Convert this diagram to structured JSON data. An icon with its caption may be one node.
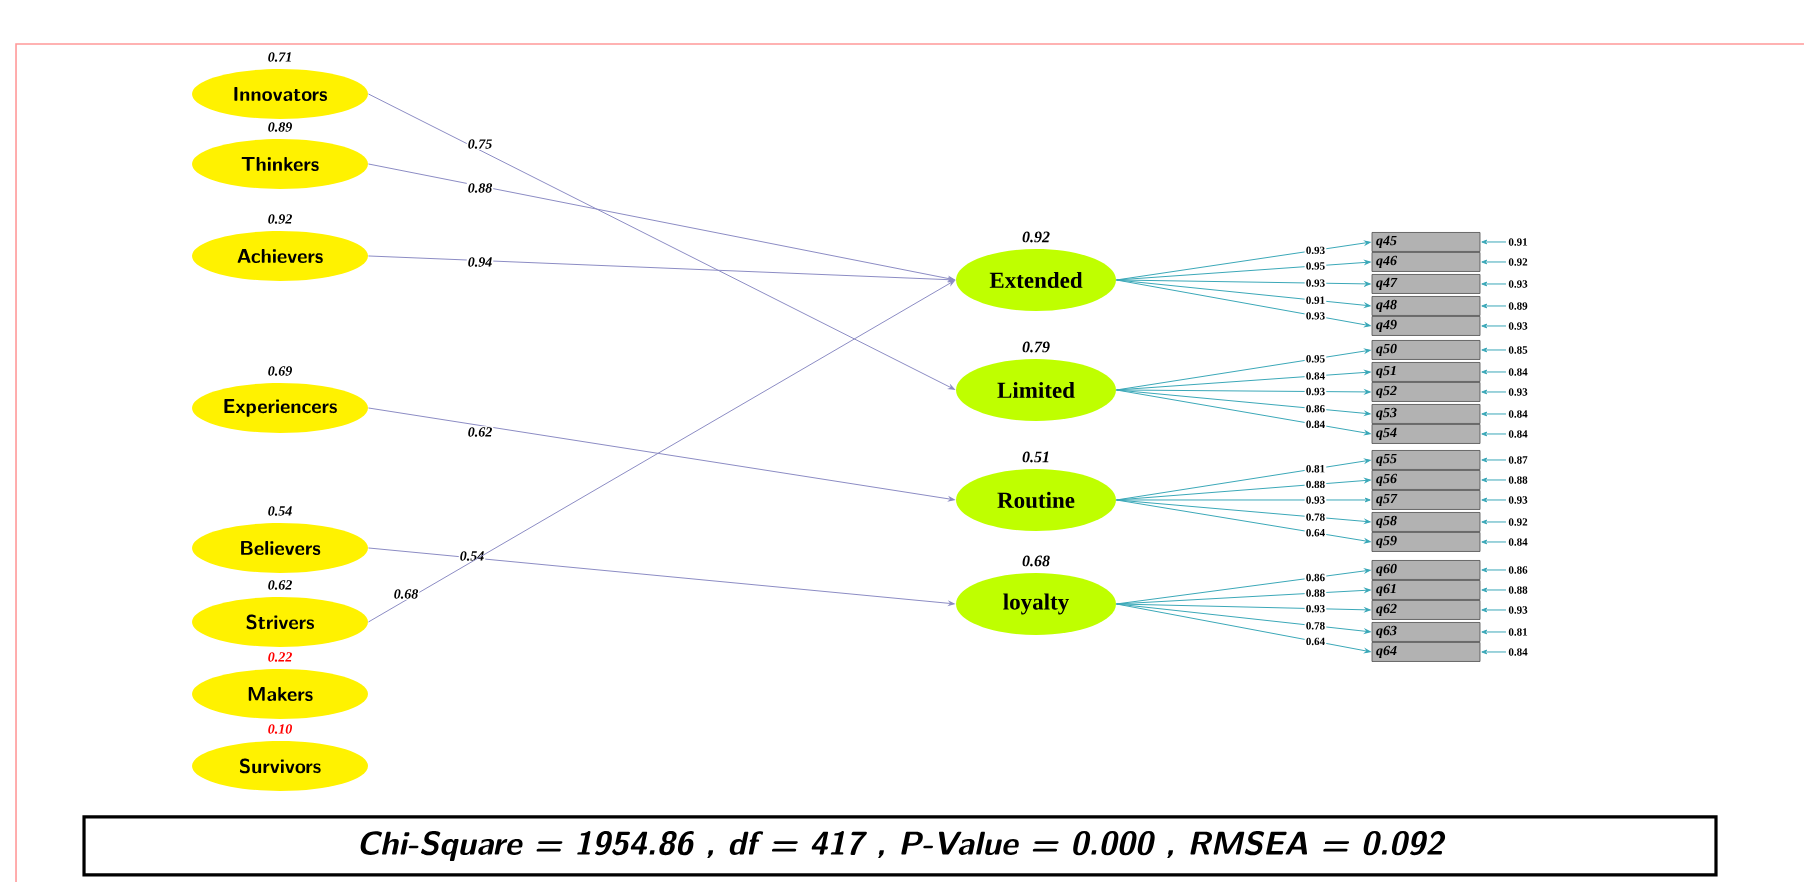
{
  "diagram": {
    "nodes": [
      {
        "text": [
          "Innovators"
        ],
        "beside": [
          "0.71"
        ]
      },
      {
        "text": [
          "Thinkers"
        ],
        "beside": [
          "0.89"
        ]
      },
      {
        "text": [
          "Achievers"
        ],
        "beside": [
          "0.92"
        ]
      },
      {
        "text": [
          "Experiencers"
        ],
        "beside": [
          "0.69"
        ]
      },
      {
        "text": [
          "Believers"
        ],
        "beside": [
          "0.54"
        ]
      },
      {
        "text": [
          "Strivers"
        ],
        "beside": [
          "0.62"
        ]
      },
      {
        "text": [
          "Makers"
        ],
        "beside": [
          "0.22"
        ]
      },
      {
        "text": [
          "Survivors"
        ],
        "beside": [
          "0.10"
        ]
      },
      {
        "text": [
          "Extended"
        ],
        "beside": [
          "0.92"
        ]
      },
      {
        "text": [
          "Limited"
        ],
        "beside": [
          "0.79"
        ]
      },
      {
        "text": [
          "Routine"
        ],
        "beside": [
          "0.51"
        ]
      },
      {
        "text": [
          "loyalty"
        ],
        "beside": [
          "0.68"
        ]
      },
      {
        "text": [
          "q45"
        ]
      },
      {
        "text": [
          "q46"
        ]
      },
      {
        "text": [
          "q47"
        ]
      },
      {
        "text": [
          "q48"
        ]
      },
      {
        "text": [
          "q49"
        ]
      },
      {
        "text": [
          "q50"
        ]
      },
      {
        "text": [
          "q51"
        ]
      },
      {
        "text": [
          "q52"
        ]
      },
      {
        "text": [
          "q53"
        ]
      },
      {
        "text": [
          "q54"
        ]
      },
      {
        "text": [
          "q55"
        ]
      },
      {
        "text": [
          "q56"
        ]
      },
      {
        "text": [
          "q57"
        ]
      },
      {
        "text": [
          "q58"
        ]
      },
      {
        "text": [
          "q59"
        ]
      },
      {
        "text": [
          "q60"
        ]
      },
      {
        "text": [
          "q61"
        ]
      },
      {
        "text": [
          "q62"
        ]
      },
      {
        "text": [
          "q63"
        ]
      },
      {
        "text": [
          "q64"
        ]
      },
      {
        "text": [
          "Chi-Square = 1954.86 , df = 417 , P-Value = 0.000 , RMSEA = 0.092"
        ]
      }
    ],
    "edges": [
      {
        "from": 0,
        "to": 9,
        "arrow": "to",
        "label": "0.75",
        "color": "#8c8cc4"
      },
      {
        "from": 1,
        "to": 8,
        "arrow": "to",
        "label": "0.88",
        "color": "#8c8cc4"
      },
      {
        "from": 2,
        "to": 8,
        "arrow": "to",
        "label": "0.94",
        "color": "#8c8cc4"
      },
      {
        "from": 3,
        "to": 10,
        "arrow": "to",
        "label": "0.62",
        "color": "#8c8cc4"
      },
      {
        "from": 4,
        "to": 11,
        "arrow": "to",
        "label": "0.54",
        "color": "#8c8cc4"
      },
      {
        "from": 5,
        "to": 8,
        "arrow": "to",
        "label": "0.68",
        "color": "#8c8cc4"
      },
      {
        "from": 8,
        "to": 12,
        "arrow": "to",
        "label": "0.93"
      },
      {
        "from": 8,
        "to": 13,
        "arrow": "to",
        "label": "0.95"
      },
      {
        "from": 8,
        "to": 14,
        "arrow": "to",
        "label": "0.93"
      },
      {
        "from": 8,
        "to": 15,
        "arrow": "to",
        "label": "0.91"
      },
      {
        "from": 8,
        "to": 16,
        "arrow": "to",
        "label": "0.93"
      },
      {
        "from": 9,
        "to": 17,
        "arrow": "to",
        "label": "0.95"
      },
      {
        "from": 9,
        "to": 18,
        "arrow": "to",
        "label": "0.84"
      },
      {
        "from": 9,
        "to": 19,
        "arrow": "to",
        "label": "0.93"
      },
      {
        "from": 9,
        "to": 20,
        "arrow": "to",
        "label": "0.86"
      },
      {
        "from": 9,
        "to": 21,
        "arrow": "to",
        "label": "0.84"
      },
      {
        "from": 10,
        "to": 22,
        "arrow": "to",
        "label": "0.81"
      },
      {
        "from": 10,
        "to": 23,
        "arrow": "to",
        "label": "0.88"
      },
      {
        "from": 10,
        "to": 24,
        "arrow": "to",
        "label": "0.93"
      },
      {
        "from": 10,
        "to": 25,
        "arrow": "to",
        "label": "0.78"
      },
      {
        "from": 10,
        "to": 26,
        "arrow": "to",
        "label": "0.64"
      },
      {
        "from": 11,
        "to": 27,
        "arrow": "to",
        "label": "0.86"
      },
      {
        "from": 11,
        "to": 28,
        "arrow": "to",
        "label": "0.88"
      },
      {
        "from": 11,
        "to": 29,
        "arrow": "to",
        "label": "0.93"
      },
      {
        "from": 11,
        "to": 30,
        "arrow": "to",
        "label": "0.78"
      },
      {
        "from": 11,
        "to": 31,
        "arrow": "to",
        "label": "0.64"
      },
      {
        "from": null,
        "to": 12,
        "arrow": "to",
        "label": "0.91"
      },
      {
        "from": null,
        "to": 13,
        "arrow": "to",
        "label": "0.92"
      },
      {
        "from": null,
        "to": 14,
        "arrow": "to",
        "label": "0.93"
      },
      {
        "from": null,
        "to": 15,
        "arrow": "to",
        "label": "0.89"
      },
      {
        "from": null,
        "to": 16,
        "arrow": "to",
        "label": "0.93"
      },
      {
        "from": null,
        "to": 17,
        "arrow": "to",
        "label": "0.85"
      },
      {
        "from": null,
        "to": 18,
        "arrow": "to",
        "label": "0.84"
      },
      {
        "from": null,
        "to": 19,
        "arrow": "to",
        "label": "0.93"
      },
      {
        "from": null,
        "to": 20,
        "arrow": "to",
        "label": "0.84"
      },
      {
        "from": null,
        "to": 21,
        "arrow": "to",
        "label": "0.84"
      },
      {
        "from": null,
        "to": 22,
        "arrow": "to",
        "label": "0.87"
      },
      {
        "from": null,
        "to": 23,
        "arrow": "to",
        "label": "0.88"
      },
      {
        "from": null,
        "to": 24,
        "arrow": "to",
        "label": "0.93"
      },
      {
        "from": null,
        "to": 25,
        "arrow": "to",
        "label": "0.92"
      },
      {
        "from": null,
        "to": 26,
        "arrow": "to",
        "label": "0.84"
      },
      {
        "from": null,
        "to": 27,
        "arrow": "to",
        "label": "0.86"
      },
      {
        "from": null,
        "to": 28,
        "arrow": "to",
        "label": "0.88"
      },
      {
        "from": null,
        "to": 29,
        "arrow": "to",
        "label": "0.93"
      },
      {
        "from": null,
        "to": 30,
        "arrow": "to",
        "label": "0.81"
      },
      {
        "from": null,
        "to": 31,
        "arrow": "to",
        "label": "0.84"
      }
    ]
  }
}
